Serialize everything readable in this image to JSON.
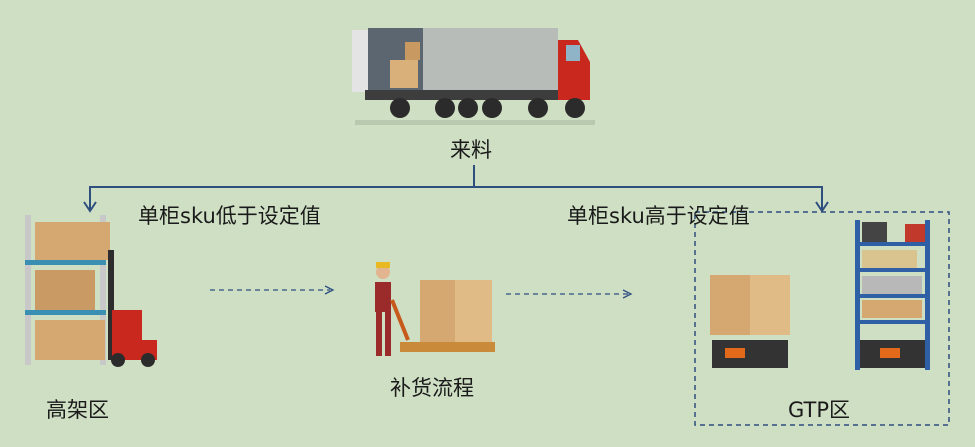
{
  "source": {
    "label": "来料"
  },
  "branches": {
    "low": "单柜sku低于设定值",
    "high": "单柜sku高于设定值"
  },
  "nodes": {
    "rack": "高架区",
    "replenish": "补货流程",
    "gtp": "GTP区"
  },
  "colors": {
    "background": "#cfdfc4",
    "line": "#2f4f7f"
  }
}
